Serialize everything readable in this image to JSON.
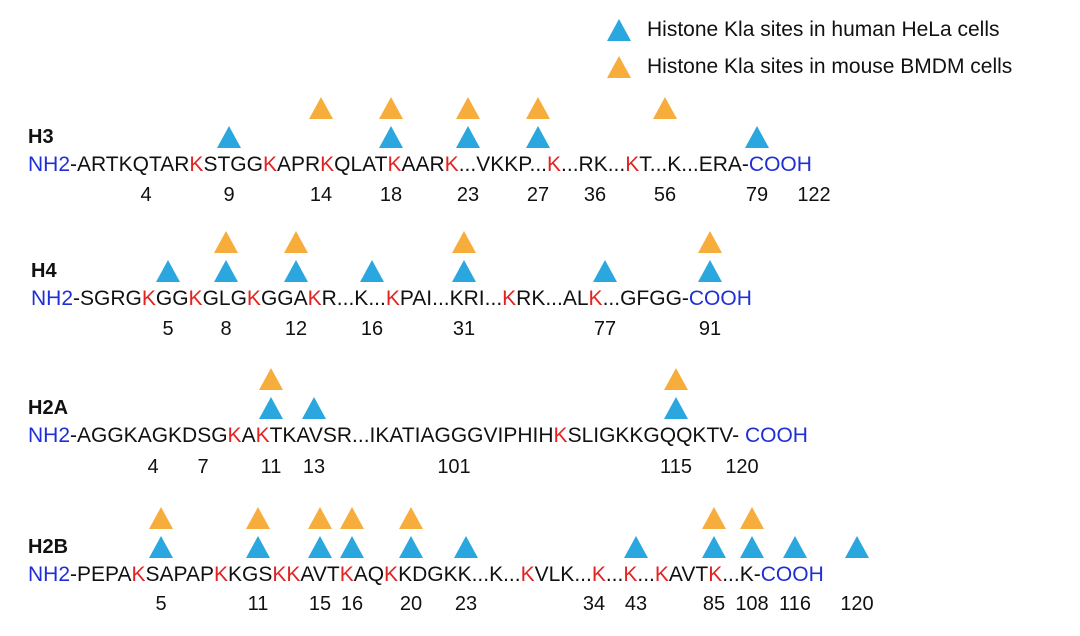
{
  "legend": [
    {
      "label": "Histone Kla sites in human HeLa cells",
      "color": "#2aa7df"
    },
    {
      "label": "Histone Kla sites in mouse BMDM cells",
      "color": "#f7ad3c"
    }
  ],
  "histones": [
    {
      "name": "H3",
      "n_term": "NH2",
      "c_term": "COOH",
      "segments": [
        {
          "t": "-ARTKQTAR"
        },
        {
          "t": "K",
          "k": true
        },
        {
          "t": "STGG"
        },
        {
          "t": "K",
          "k": true
        },
        {
          "t": "APR"
        },
        {
          "t": "K",
          "k": true
        },
        {
          "t": "QLAT"
        },
        {
          "t": "K",
          "k": true
        },
        {
          "t": "AAR"
        },
        {
          "t": "K",
          "k": true
        },
        {
          "t": "...VKKP..."
        },
        {
          "t": "K",
          "k": true
        },
        {
          "t": "...RK..."
        },
        {
          "t": "K",
          "k": true
        },
        {
          "t": "T...K...ERA-"
        }
      ],
      "numbers": [
        "4",
        "9",
        "14",
        "18",
        "23",
        "27",
        "36",
        "56",
        "79",
        "122"
      ],
      "blue_sites": [
        "9",
        "18",
        "23",
        "27",
        "79"
      ],
      "orange_sites": [
        "14",
        "18",
        "23",
        "27",
        "56"
      ]
    },
    {
      "name": "H4",
      "n_term": "NH2",
      "c_term": "COOH",
      "segments": [
        {
          "t": "-SGRG"
        },
        {
          "t": "K",
          "k": true
        },
        {
          "t": "GG"
        },
        {
          "t": "K",
          "k": true
        },
        {
          "t": "GLG"
        },
        {
          "t": "K",
          "k": true
        },
        {
          "t": "GGA"
        },
        {
          "t": "K",
          "k": true
        },
        {
          "t": "R...K..."
        },
        {
          "t": "K",
          "k": true
        },
        {
          "t": "PAI...KRI..."
        },
        {
          "t": "K",
          "k": true
        },
        {
          "t": "RK...AL"
        },
        {
          "t": "K",
          "k": true
        },
        {
          "t": "...GFGG-"
        }
      ],
      "numbers": [
        "5",
        "8",
        "12",
        "16",
        "31",
        "77",
        "91"
      ],
      "blue_sites": [
        "5",
        "8",
        "12",
        "16",
        "31",
        "77",
        "91"
      ],
      "orange_sites": [
        "8",
        "12",
        "31",
        "91"
      ]
    },
    {
      "name": "H2A",
      "n_term": "NH2",
      "c_term": "COOH",
      "segments": [
        {
          "t": "-AGGKAGKDSG"
        },
        {
          "t": "K",
          "k": true
        },
        {
          "t": "A"
        },
        {
          "t": "K",
          "k": true
        },
        {
          "t": "TKAVSR...IKATIAGGGVIPHIH"
        },
        {
          "t": "K",
          "k": true
        },
        {
          "t": "SLIGKKGQQKTV- "
        }
      ],
      "numbers": [
        "4",
        "7",
        "11",
        "13",
        "101",
        "115",
        "120"
      ],
      "blue_sites": [
        "11",
        "13",
        "115"
      ],
      "orange_sites": [
        "11",
        "115"
      ]
    },
    {
      "name": "H2B",
      "n_term": "NH2",
      "c_term": "COOH",
      "segments": [
        {
          "t": "-PEPA"
        },
        {
          "t": "K",
          "k": true
        },
        {
          "t": "SAPAP"
        },
        {
          "t": "K",
          "k": true
        },
        {
          "t": "KGS"
        },
        {
          "t": "K",
          "k": true
        },
        {
          "t": "K",
          "k": true
        },
        {
          "t": "AVT"
        },
        {
          "t": "K",
          "k": true
        },
        {
          "t": "AQ"
        },
        {
          "t": "K",
          "k": true
        },
        {
          "t": "KDGKK...K..."
        },
        {
          "t": "K",
          "k": true
        },
        {
          "t": "VLK..."
        },
        {
          "t": "K",
          "k": true
        },
        {
          "t": "..."
        },
        {
          "t": "K",
          "k": true
        },
        {
          "t": "..."
        },
        {
          "t": "K",
          "k": true
        },
        {
          "t": "AVT"
        },
        {
          "t": "K",
          "k": true
        },
        {
          "t": "...K-"
        }
      ],
      "numbers": [
        "5",
        "11",
        "15",
        "16",
        "20",
        "23",
        "34",
        "43",
        "85",
        "108",
        "116",
        "120"
      ],
      "blue_sites": [
        "5",
        "11",
        "15",
        "16",
        "20",
        "23",
        "43",
        "85",
        "108",
        "116",
        "120"
      ],
      "orange_sites": [
        "5",
        "11",
        "15",
        "16",
        "20",
        "85",
        "108"
      ]
    }
  ]
}
